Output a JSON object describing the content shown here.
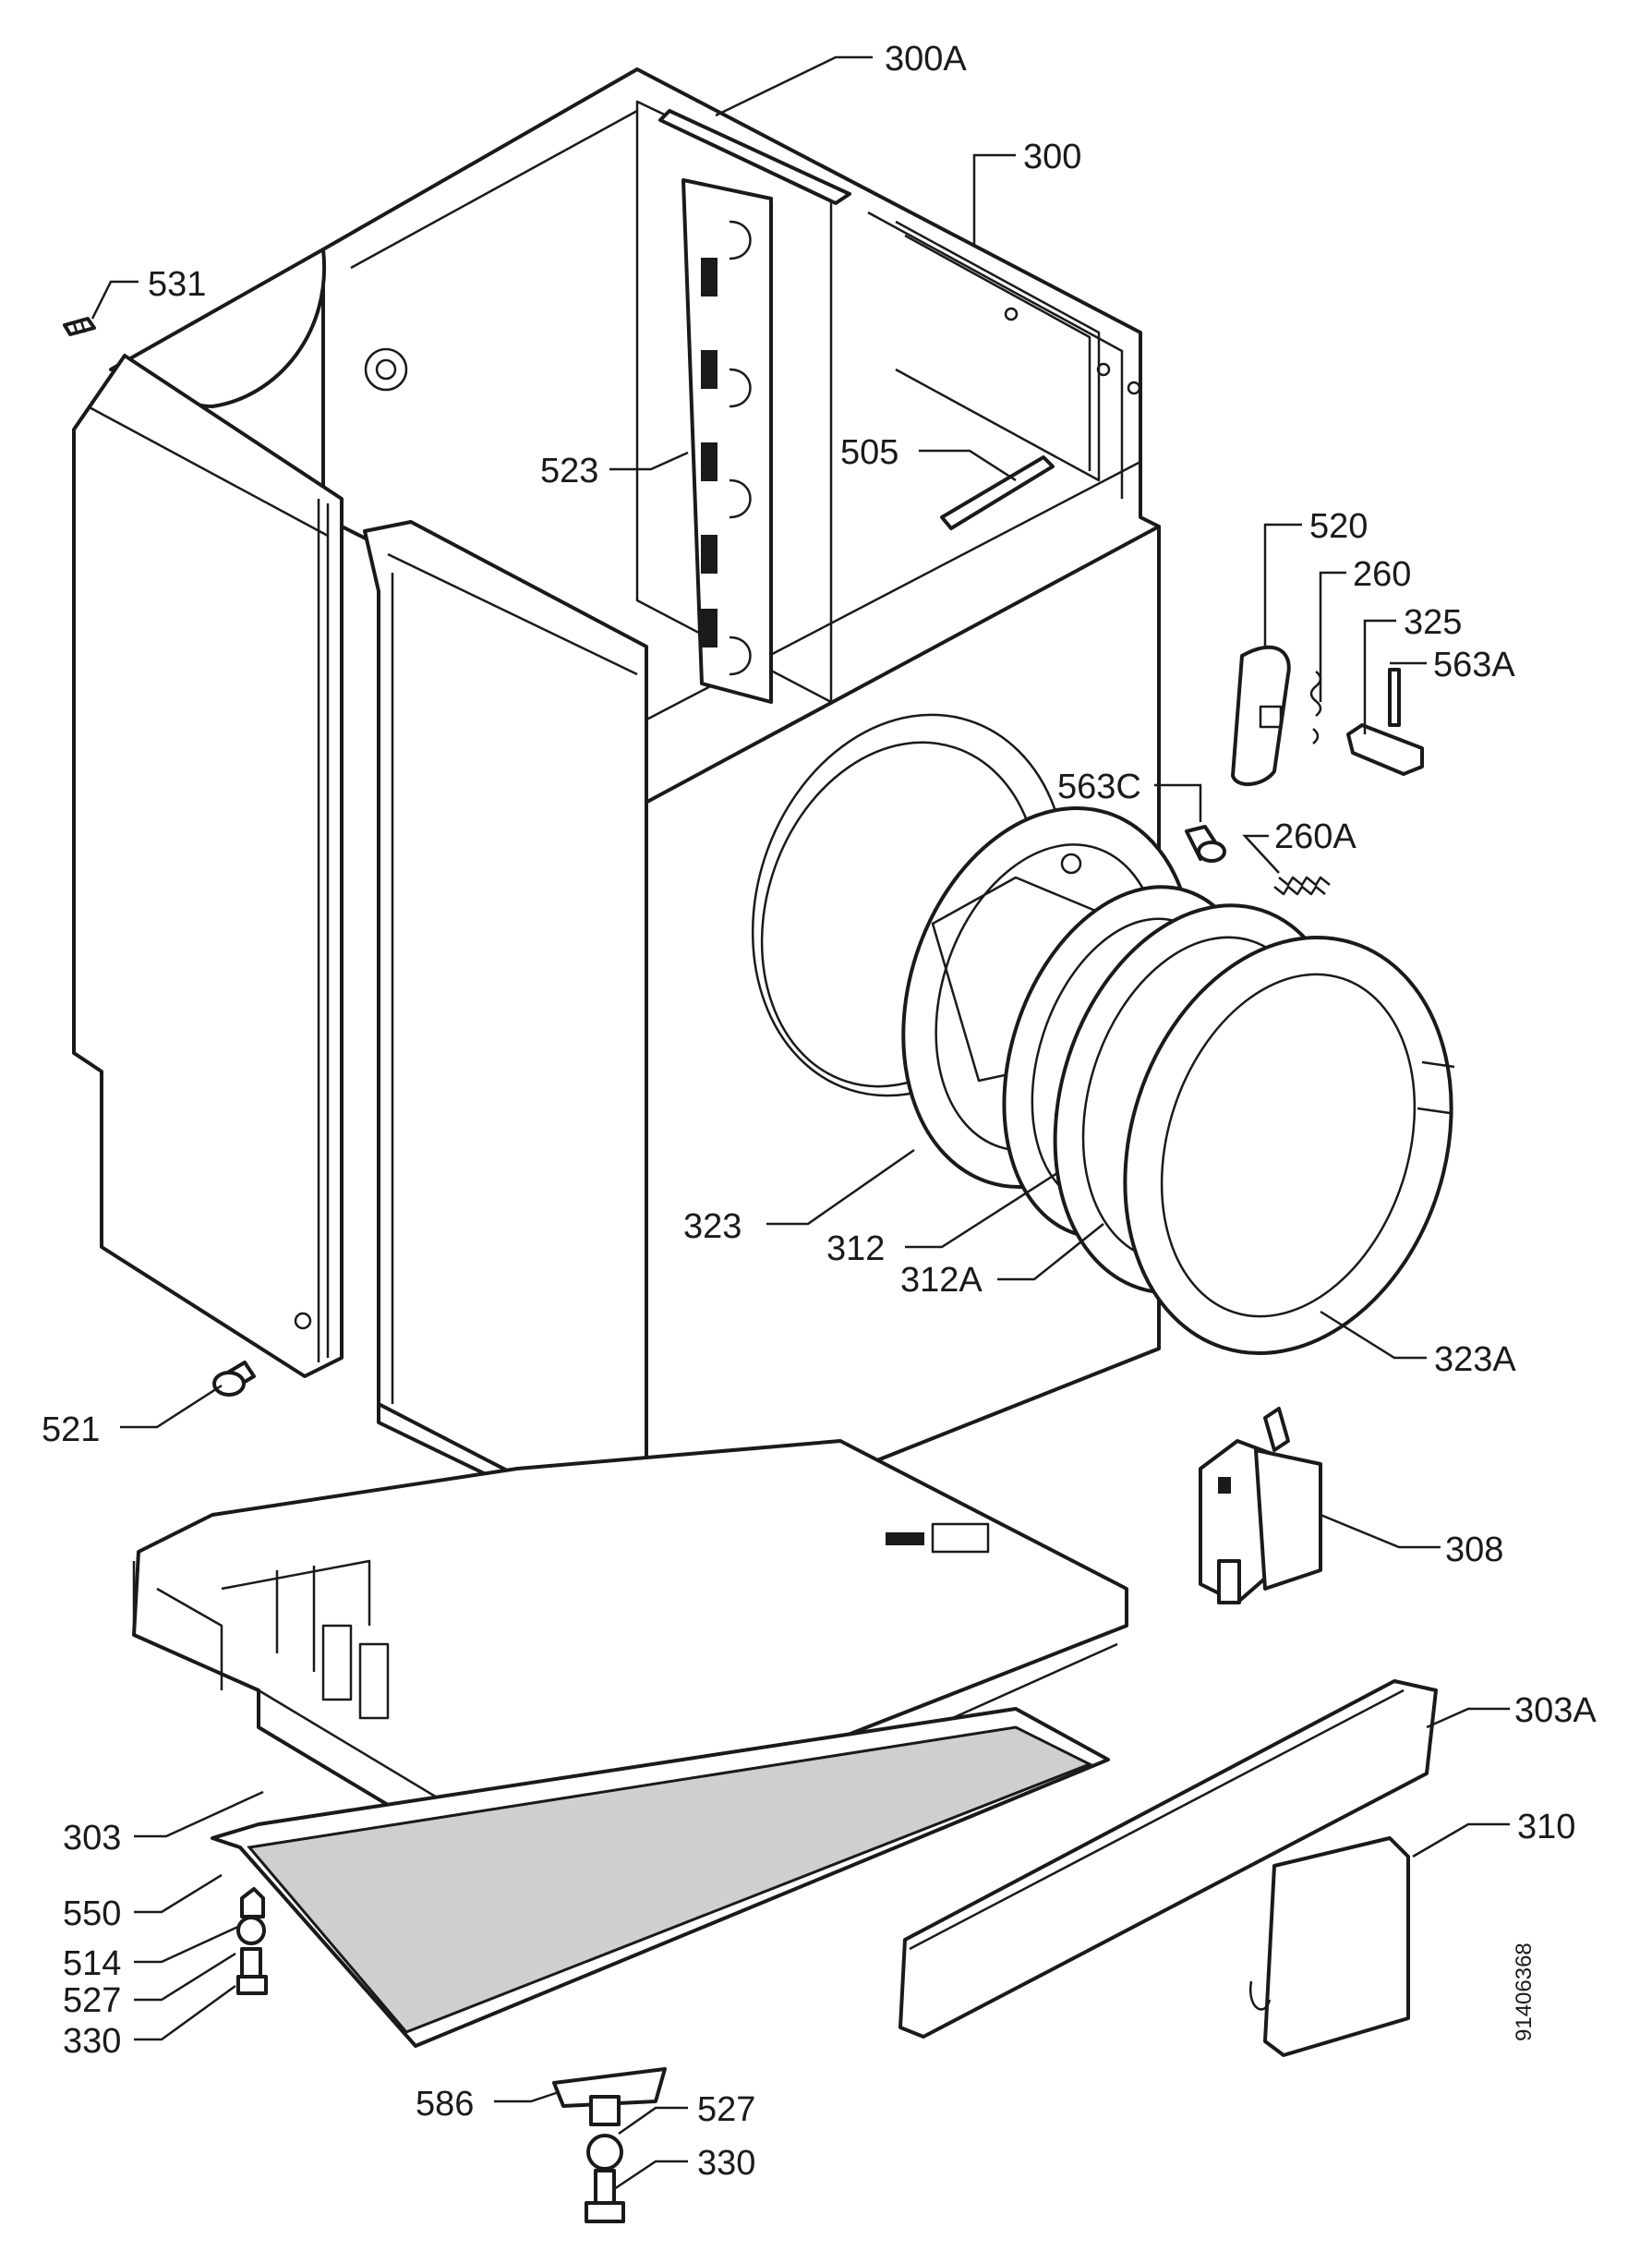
{
  "document_number": "91406368",
  "callouts": [
    {
      "id": "300a",
      "text": "300A"
    },
    {
      "id": "300",
      "text": "300"
    },
    {
      "id": "531",
      "text": "531"
    },
    {
      "id": "523",
      "text": "523"
    },
    {
      "id": "505",
      "text": "505"
    },
    {
      "id": "520",
      "text": "520"
    },
    {
      "id": "260",
      "text": "260"
    },
    {
      "id": "325",
      "text": "325"
    },
    {
      "id": "563a",
      "text": "563A"
    },
    {
      "id": "563c",
      "text": "563C"
    },
    {
      "id": "260a",
      "text": "260A"
    },
    {
      "id": "323",
      "text": "323"
    },
    {
      "id": "312",
      "text": "312"
    },
    {
      "id": "312a",
      "text": "312A"
    },
    {
      "id": "323a",
      "text": "323A"
    },
    {
      "id": "521",
      "text": "521"
    },
    {
      "id": "308",
      "text": "308"
    },
    {
      "id": "303a",
      "text": "303A"
    },
    {
      "id": "303",
      "text": "303"
    },
    {
      "id": "310",
      "text": "310"
    },
    {
      "id": "550",
      "text": "550"
    },
    {
      "id": "514",
      "text": "514"
    },
    {
      "id": "527-left",
      "text": "527"
    },
    {
      "id": "330-left",
      "text": "330"
    },
    {
      "id": "586",
      "text": "586"
    },
    {
      "id": "527-bottom",
      "text": "527"
    },
    {
      "id": "330-bottom",
      "text": "330"
    }
  ]
}
